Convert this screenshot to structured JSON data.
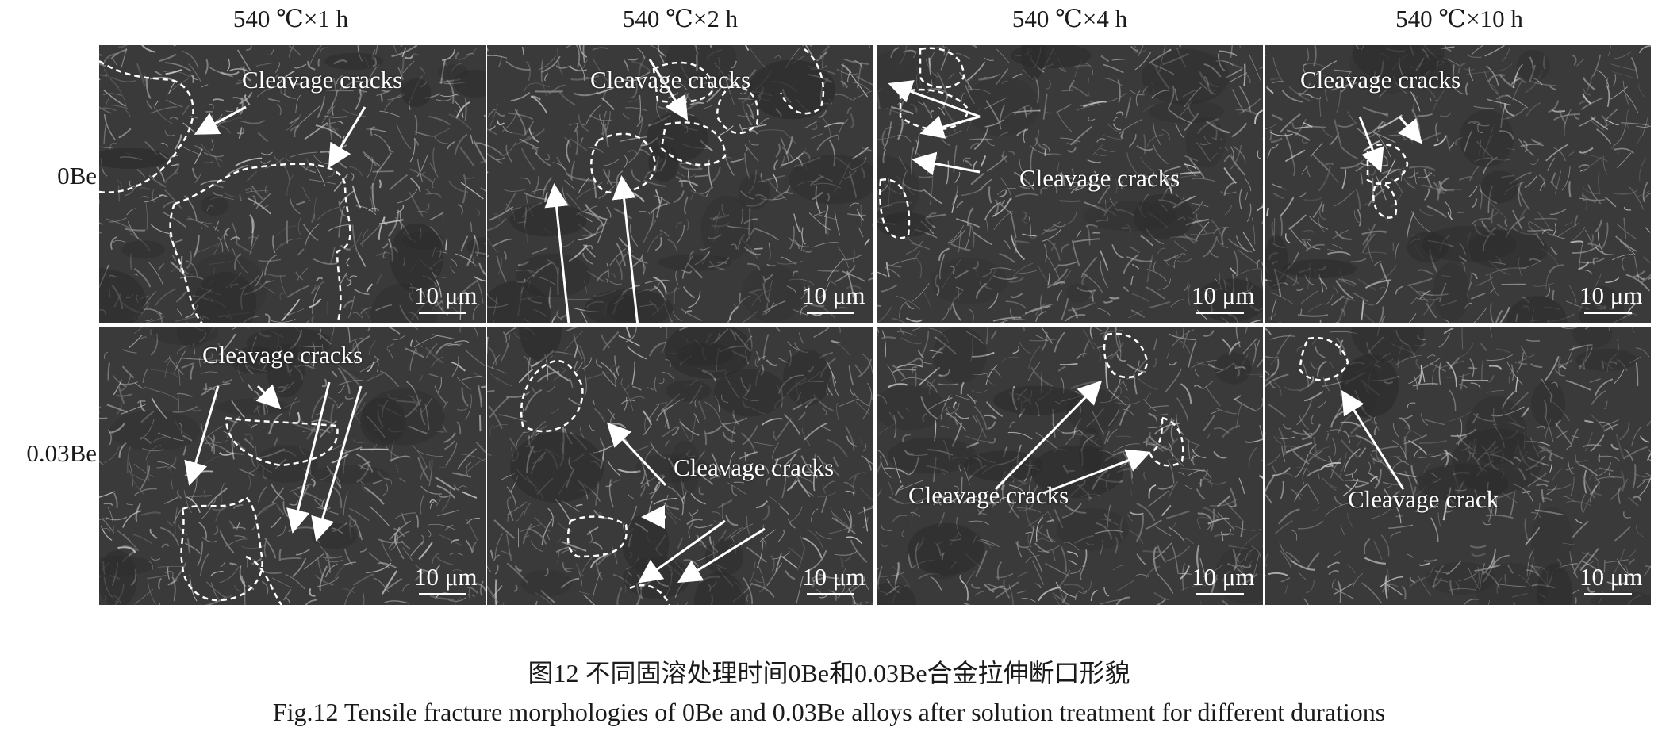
{
  "figure": {
    "columns": [
      "540 ℃×1 h",
      "540 ℃×2 h",
      "540 ℃×4 h",
      "540 ℃×10 h"
    ],
    "rows": [
      "0Be",
      "0.03Be"
    ],
    "panels": [
      {
        "row": 0,
        "col": 0,
        "labels": [
          "Cleavage cracks"
        ],
        "scale": "10 μm"
      },
      {
        "row": 0,
        "col": 1,
        "labels": [
          "Cleavage cracks"
        ],
        "scale": "10 μm"
      },
      {
        "row": 0,
        "col": 2,
        "labels": [
          "Cleavage cracks"
        ],
        "scale": "10 μm"
      },
      {
        "row": 0,
        "col": 3,
        "labels": [
          "Cleavage cracks"
        ],
        "scale": "10 μm"
      },
      {
        "row": 1,
        "col": 0,
        "labels": [
          "Cleavage cracks"
        ],
        "scale": "10 μm"
      },
      {
        "row": 1,
        "col": 1,
        "labels": [
          "Cleavage cracks"
        ],
        "scale": "10 μm"
      },
      {
        "row": 1,
        "col": 2,
        "labels": [
          "Cleavage cracks"
        ],
        "scale": "10 μm"
      },
      {
        "row": 1,
        "col": 3,
        "labels": [
          "Cleavage crack"
        ],
        "scale": "10 μm"
      }
    ]
  },
  "caption": {
    "cn": "图12  不同固溶处理时间0Be和0.03Be合金拉伸断口形貌",
    "en": "Fig.12  Tensile fracture morphologies of 0Be and 0.03Be alloys after solution treatment for different durations"
  },
  "colors": {
    "sem_dark": "#3a3a3a",
    "sem_light": "#8a8a8a",
    "annotation": "#ffffff"
  }
}
